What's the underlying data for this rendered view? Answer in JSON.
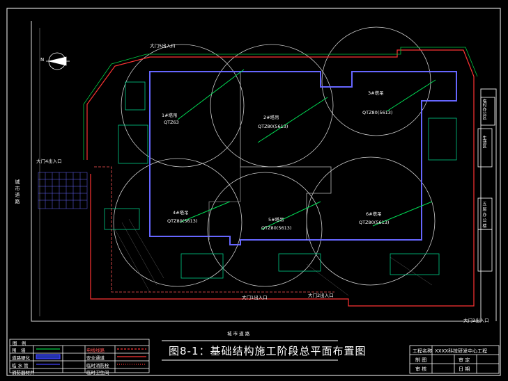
{
  "drawing": {
    "title": "图8-1：基础结构施工阶段总平面布置图",
    "legend_header": "图　例",
    "legend": [
      {
        "label": "围　墙",
        "color": "#00cc44"
      },
      {
        "label": "电线线路",
        "color": "#ff3333"
      },
      {
        "label": "道路硬化",
        "color": "#4444ff"
      },
      {
        "label": "安全通道",
        "color": "#ff3333"
      },
      {
        "label": "临 水 管",
        "color": "#4444ff"
      },
      {
        "label": "临时消防栓",
        "color": "#ff3333"
      },
      {
        "label": "消防器材井",
        "color": "#ffffff"
      },
      {
        "label": "临时卫生间",
        "color": "#ffffff"
      }
    ],
    "title_block": {
      "project_label": "工程名称",
      "project_value": "XXXX科技研发中心工程",
      "draw_label": "制 图",
      "check_label": "审 定",
      "review_label": "审 核",
      "date_label": "日 期"
    }
  },
  "site": {
    "gate_labels": [
      "大门1出入口",
      "大门2出入口",
      "大门3出入口",
      "大门4出入口",
      "大门5出入口"
    ],
    "cranes": [
      {
        "label": "1#塔吊",
        "model": "QTZ63"
      },
      {
        "label": "2#塔吊",
        "model": "QTZ80(5613)"
      },
      {
        "label": "3#塔吊",
        "model": "QTZ80(5613)"
      },
      {
        "label": "4#塔吊",
        "model": "QTZ80(5613)"
      },
      {
        "label": "5#塔吊",
        "model": "QTZ80(5613)"
      },
      {
        "label": "6#塔吊",
        "model": "QTZ80(5613)"
      }
    ],
    "road_label": "城 市 道 路",
    "west_road_label": "城 市 道 路",
    "east_labels": [
      "临时办公区",
      "生活区",
      "五 层 办 公 楼"
    ],
    "north_arrow": "N"
  },
  "colors": {
    "background": "#000000",
    "wall": "#00cc44",
    "power": "#ff3333",
    "building": "#6666ff",
    "crane_circle": "#d0d0d0",
    "annotation": "#00ff66"
  }
}
